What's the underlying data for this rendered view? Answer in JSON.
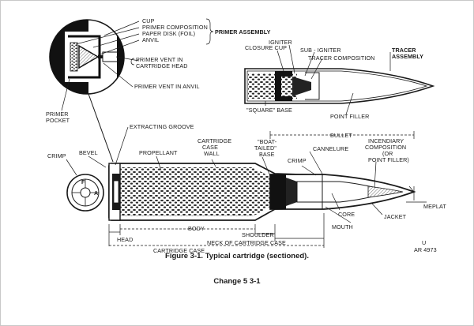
{
  "labels": {
    "cup": "CUP",
    "primer_composition": "PRIMER COMPOSITION",
    "paper_disk": "PAPER DISK (FOIL)",
    "anvil": "ANVIL",
    "primer_assembly": "PRIMER ASSEMBLY",
    "primer_vent_cartridge_1": "PRIMER VENT IN",
    "primer_vent_cartridge_2": "CARTRIDGE HEAD",
    "primer_vent_anvil": "PRIMER VENT IN ANVIL",
    "primer_pocket_1": "PRIMER",
    "primer_pocket_2": "POCKET",
    "closure_cup": "CLOSURE CUP",
    "igniter": "IGNITER",
    "sub_igniter": "SUB - IGNITER",
    "tracer_composition": "TRACER COMPOSITION",
    "tracer_assembly_1": "TRACER",
    "tracer_assembly_2": "ASSEMBLY",
    "square_base": "\"SQUARE\" BASE",
    "point_filler": "POINT FILLER",
    "extracting_groove": "EXTRACTING GROOVE",
    "crimp_left": "CRIMP",
    "bevel": "BEVEL",
    "propellant": "PROPELLANT",
    "case_wall_1": "CARTRIDGE",
    "case_wall_2": "CASE",
    "case_wall_3": "WALL",
    "boat_tailed_1": "\"BOAT-",
    "boat_tailed_2": "TAILED\"",
    "boat_tailed_3": "BASE",
    "bullet": "BULLET",
    "cannelure": "CANNELURE",
    "crimp_right": "CRIMP",
    "incendiary_1": "INCENDIARY",
    "incendiary_2": "COMPOSITION",
    "incendiary_3": "(OR",
    "incendiary_4": "POINT FILLER)",
    "meplat": "MEPLAT",
    "core": "CORE",
    "jacket": "JACKET",
    "mouth": "MOUTH",
    "head": "HEAD",
    "body": "BODY",
    "shoulder": "SHOULDER",
    "neck": "NECK OF CARTRIDGE CASE",
    "cartridge_case": "CARTRIDGE CASE",
    "stamp_1": "U",
    "stamp_2": "AR 4973",
    "headstamp_f": "F",
    "headstamp_a": "A"
  },
  "caption": "Figure 3-1.  Typical cartridge (sectioned).",
  "page_footer": "Change 5   3-1"
}
